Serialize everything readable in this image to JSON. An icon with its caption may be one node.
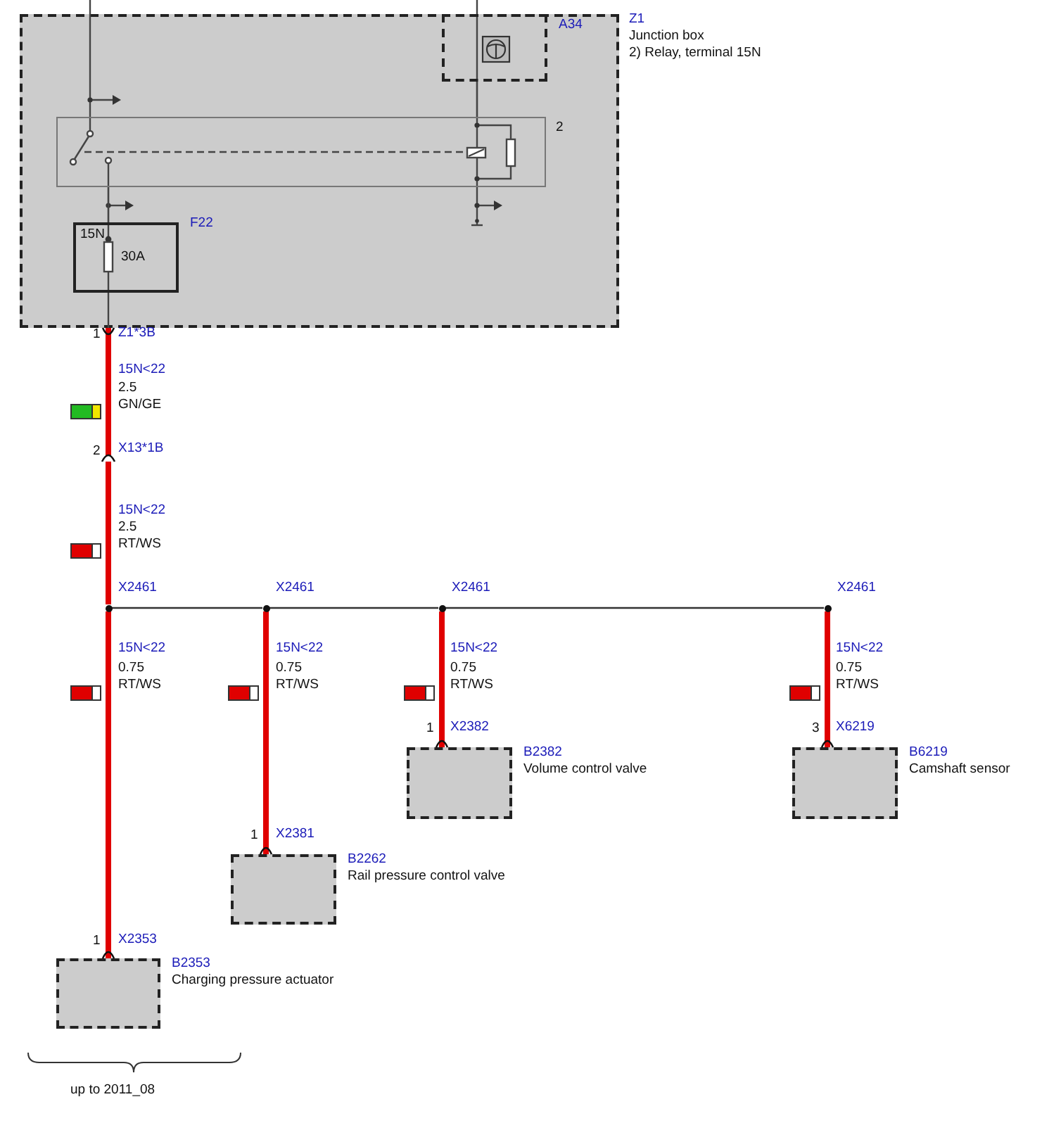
{
  "diagram": {
    "nodes": [
      {
        "text": [
          "Z1",
          "Junction box",
          "2) Relay, terminal 15N"
        ]
      },
      {
        "text": [
          "A34"
        ],
        "in": 0
      },
      {
        "text": [
          "2"
        ],
        "in": 0
      },
      {
        "text": [
          "F22",
          "15N",
          "30A"
        ],
        "in": 0
      },
      {
        "text": [],
        "shape": "circle",
        "beside": [
          "X2461"
        ]
      },
      {
        "text": [],
        "shape": "circle",
        "beside": [
          "X2461"
        ]
      },
      {
        "text": [],
        "shape": "circle",
        "beside": [
          "X2461"
        ]
      },
      {
        "text": [],
        "shape": "circle",
        "beside": [
          "X2461"
        ]
      },
      {
        "text": [
          "B2382",
          "Volume control valve"
        ]
      },
      {
        "text": [
          "B6219",
          "Camshaft sensor"
        ]
      },
      {
        "text": [
          "B2262",
          "Rail pressure control valve"
        ]
      },
      {
        "text": [
          "B2353",
          "Charging pressure actuator"
        ]
      }
    ],
    "edges": [
      {
        "from": 4,
        "to": 0,
        "arrow": "other",
        "style": "thick",
        "color": "#e00000"
      },
      {
        "from": 4,
        "to": 5,
        "arrow": "none",
        "color": "#333333"
      },
      {
        "from": 5,
        "to": 6,
        "arrow": "none",
        "color": "#333333"
      },
      {
        "from": 6,
        "to": 7,
        "arrow": "none",
        "color": "#333333"
      },
      {
        "from": 4,
        "to": 11,
        "arrow": "other",
        "style": "thick",
        "color": "#e00000"
      },
      {
        "from": 5,
        "to": 10,
        "arrow": "other",
        "style": "thick",
        "color": "#e00000"
      },
      {
        "from": 6,
        "to": 8,
        "arrow": "other",
        "style": "thick",
        "color": "#e00000"
      },
      {
        "from": 7,
        "to": 9,
        "arrow": "other",
        "style": "thick",
        "color": "#e00000"
      },
      {
        "from": 2,
        "to": 3,
        "arrow": "none",
        "color": "#444444"
      },
      {
        "from": 1,
        "to": 2,
        "arrow": "none",
        "color": "#444444"
      }
    ],
    "labels": [
      "1",
      "Z1*3B",
      "15N<22",
      "2.5",
      "GN/GE",
      "2",
      "X13*1B",
      "15N<22",
      "2.5",
      "RT/WS",
      "15N<22",
      "0.75",
      "RT/WS",
      "15N<22",
      "0.75",
      "RT/WS",
      "15N<22",
      "0.75",
      "RT/WS",
      "15N<22",
      "0.75",
      "RT/WS",
      "1",
      "X2382",
      "3",
      "X6219",
      "1",
      "X2381",
      "1",
      "X2353",
      "up to 2011_08"
    ]
  }
}
